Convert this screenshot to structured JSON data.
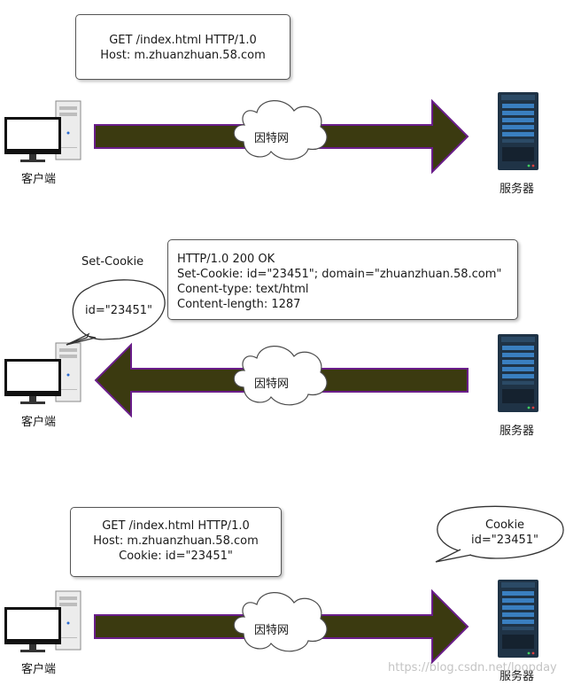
{
  "scene1": {
    "request_box": [
      "GET /index.html HTTP/1.0",
      "Host: m.zhuanzhuan.58.com"
    ],
    "client_label": "客户端",
    "server_label": "服务器",
    "cloud_label": "因特网"
  },
  "scene2": {
    "set_cookie_title": "Set-Cookie",
    "client_bubble": "id=\"23451\"",
    "response_box": [
      "HTTP/1.0 200 OK",
      "Set-Cookie: id=\"23451\"; domain=\"zhuanzhuan.58.com\"",
      "Conent-type: text/html",
      "Content-length: 1287"
    ],
    "client_label": "客户端",
    "server_label": "服务器",
    "cloud_label": "因特网"
  },
  "scene3": {
    "request_box": [
      "GET /index.html HTTP/1.0",
      "Host: m.zhuanzhuan.58.com",
      "Cookie: id=\"23451\""
    ],
    "server_bubble": [
      "Cookie",
      "id=\"23451\""
    ],
    "client_label": "客户端",
    "server_label": "服务器",
    "cloud_label": "因特网"
  },
  "watermark": "https://blog.csdn.net/loopday",
  "colors": {
    "arrow_fill": "#3b3a10",
    "arrow_outline": "#6a1d8a",
    "server_body": "#1f3346",
    "server_slot": "#3a7fc0"
  }
}
